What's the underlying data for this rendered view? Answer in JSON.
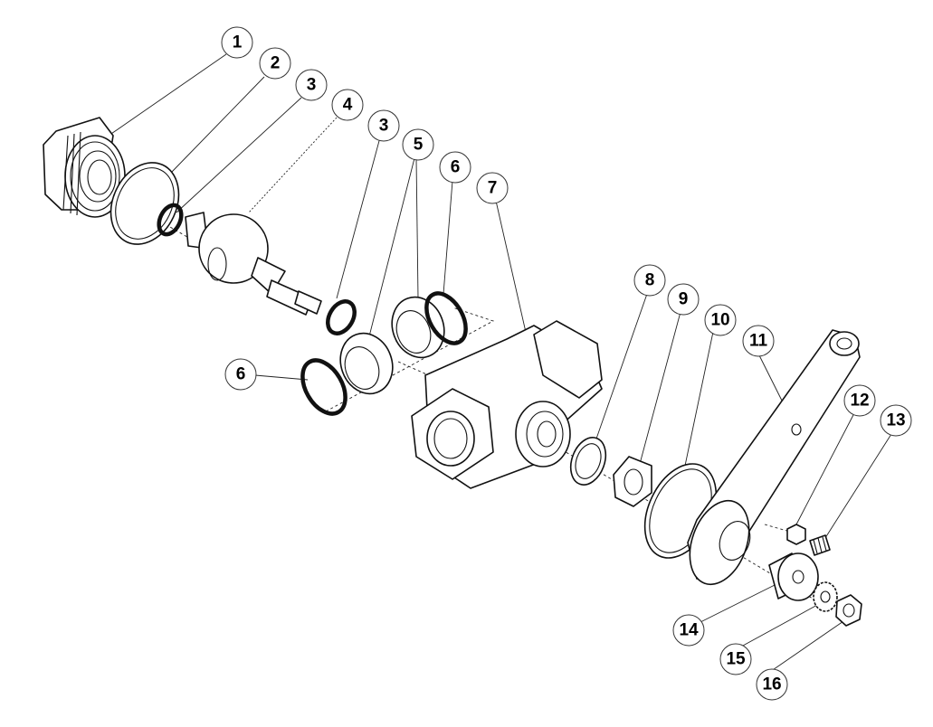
{
  "callouts": [
    {
      "id": "c1",
      "label": "1"
    },
    {
      "id": "c2",
      "label": "2"
    },
    {
      "id": "c3a",
      "label": "3"
    },
    {
      "id": "c4",
      "label": "4"
    },
    {
      "id": "c3b",
      "label": "3"
    },
    {
      "id": "c5",
      "label": "5"
    },
    {
      "id": "c6a",
      "label": "6"
    },
    {
      "id": "c7",
      "label": "7"
    },
    {
      "id": "c6b",
      "label": "6"
    },
    {
      "id": "c8",
      "label": "8"
    },
    {
      "id": "c9",
      "label": "9"
    },
    {
      "id": "c10",
      "label": "10"
    },
    {
      "id": "c11",
      "label": "11"
    },
    {
      "id": "c12",
      "label": "12"
    },
    {
      "id": "c13",
      "label": "13"
    },
    {
      "id": "c14",
      "label": "14"
    },
    {
      "id": "c15",
      "label": "15"
    },
    {
      "id": "c16",
      "label": "16"
    }
  ]
}
